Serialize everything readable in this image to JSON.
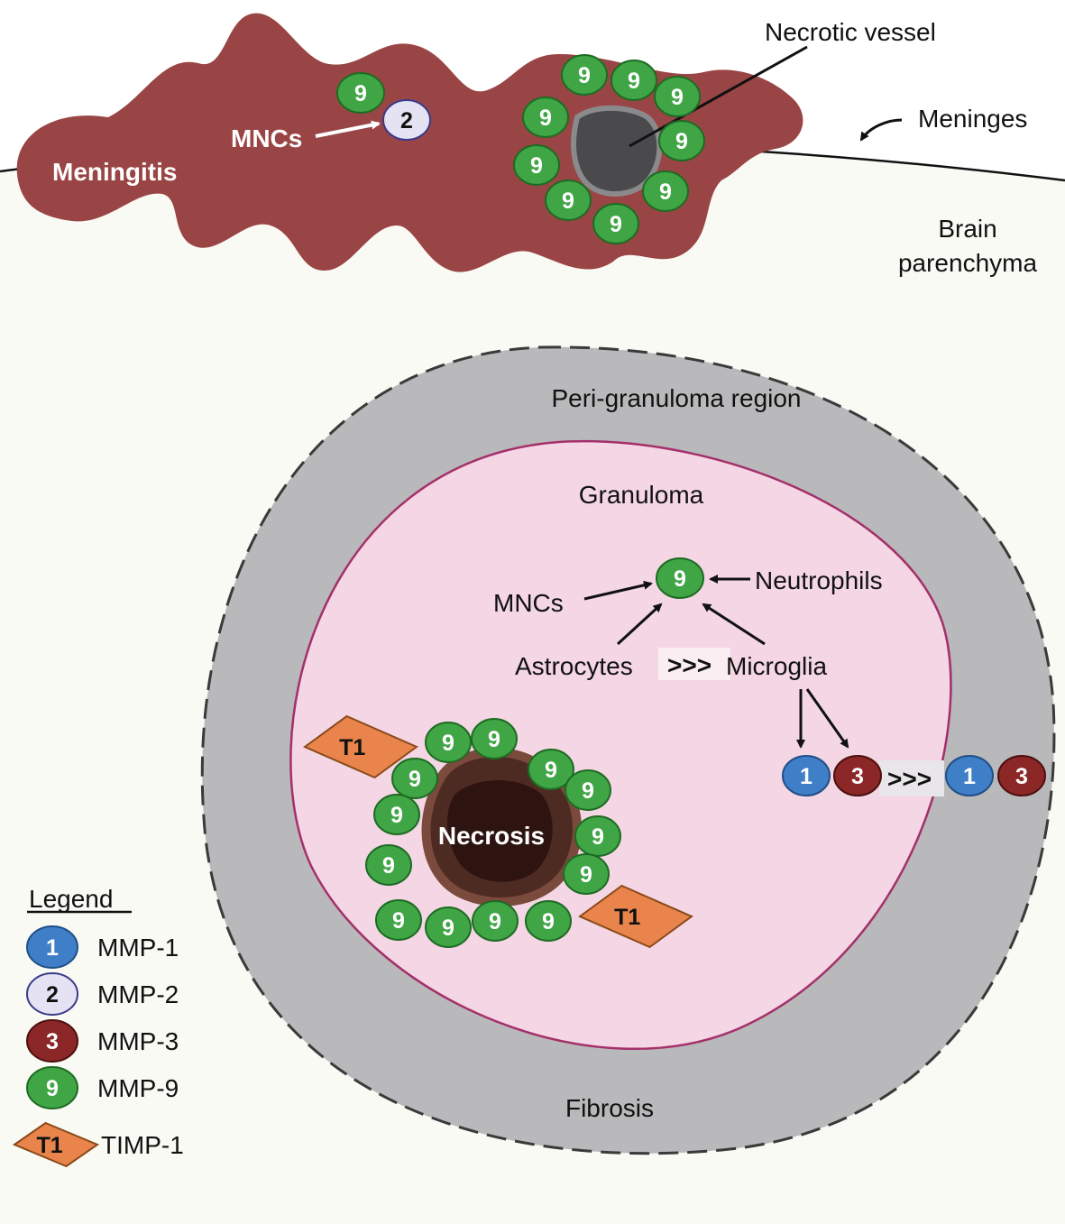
{
  "labels": {
    "necrotic_vessel": "Necrotic vessel",
    "meninges": "Meninges",
    "meningitis": "Meningitis",
    "mncs_top": "MNCs",
    "brain_parenchyma_line1": "Brain",
    "brain_parenchyma_line2": "parenchyma",
    "peri_granuloma": "Peri-granuloma region",
    "granuloma": "Granuloma",
    "mncs_center": "MNCs",
    "neutrophils": "Neutrophils",
    "astrocytes": "Astrocytes",
    "comparison_sign": ">>>",
    "microglia": "Microglia",
    "necrosis": "Necrosis",
    "fibrosis": "Fibrosis"
  },
  "markers": {
    "mmp1": "1",
    "mmp2": "2",
    "mmp3": "3",
    "mmp9": "9",
    "timp1": "T1"
  },
  "legend": {
    "title": "Legend",
    "items": [
      {
        "marker": "1",
        "label": "MMP-1",
        "shape": "circle",
        "color": "#3f7fc8"
      },
      {
        "marker": "2",
        "label": "MMP-2",
        "shape": "circle",
        "color": "#e5e3f3"
      },
      {
        "marker": "3",
        "label": "MMP-3",
        "shape": "circle",
        "color": "#8b2727"
      },
      {
        "marker": "9",
        "label": "MMP-9",
        "shape": "circle",
        "color": "#3fa545"
      },
      {
        "marker": "T1",
        "label": "TIMP-1",
        "shape": "diamond",
        "color": "#e8844c"
      }
    ]
  },
  "colors": {
    "meningitis": "#9a4545",
    "parenchyma": "#fafaf4",
    "peri_granuloma": "#b9b9bb",
    "granuloma": "#f4d6e4",
    "granuloma_border": "#a3306a",
    "mmp1": "#3f7fc8",
    "mmp2": "#e5e3f3",
    "mmp3": "#8b2727",
    "mmp9": "#3fa545",
    "timp1": "#e8844c",
    "necrosis": "#4e2b22"
  }
}
